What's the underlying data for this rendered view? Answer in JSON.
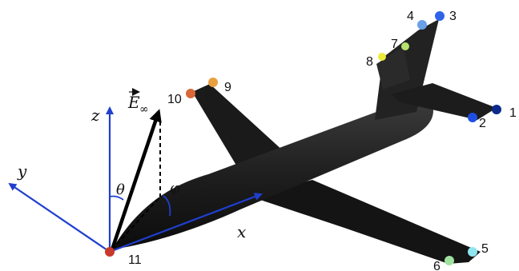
{
  "axes": {
    "x": "x",
    "y": "y",
    "z": "z",
    "theta": "θ",
    "phi": "φ",
    "field": "E",
    "field_sub": "∞"
  },
  "markers": [
    {
      "id": "1",
      "color": "#0a2a8c"
    },
    {
      "id": "2",
      "color": "#1f4fe0"
    },
    {
      "id": "3",
      "color": "#2f62e8"
    },
    {
      "id": "4",
      "color": "#6aa0e8"
    },
    {
      "id": "5",
      "color": "#8fe6f0"
    },
    {
      "id": "6",
      "color": "#9fe29f"
    },
    {
      "id": "7",
      "color": "#b7e26b"
    },
    {
      "id": "8",
      "color": "#ecec3a"
    },
    {
      "id": "9",
      "color": "#e8a040"
    },
    {
      "id": "10",
      "color": "#d9673a"
    },
    {
      "id": "11",
      "color": "#c8392b"
    }
  ]
}
